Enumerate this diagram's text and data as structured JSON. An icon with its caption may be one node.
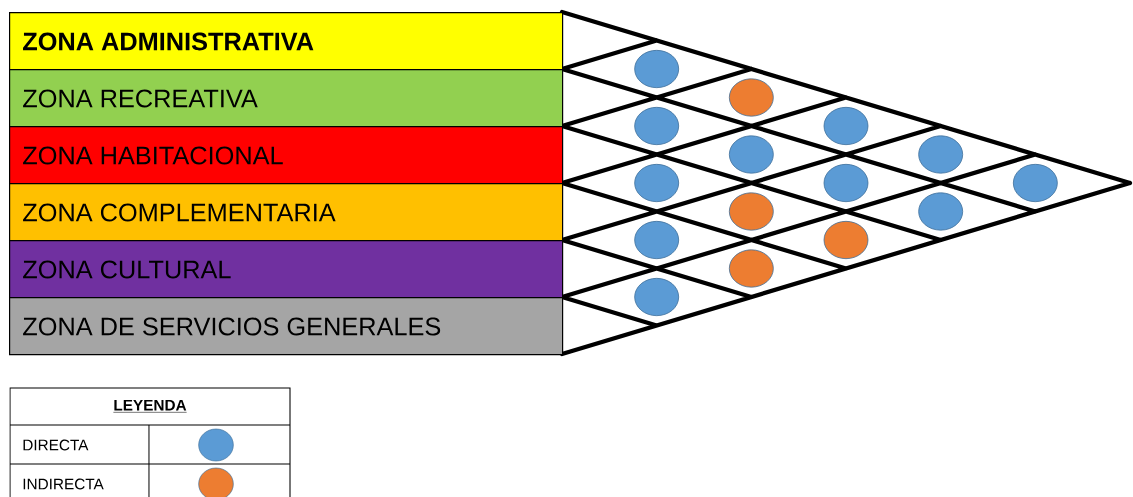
{
  "diagram": {
    "nodes": [
      {
        "text": [
          "**ZONA ADMINISTRATIVA**"
        ]
      },
      {
        "text": [
          "ZONA RECREATIVA"
        ]
      },
      {
        "text": [
          "ZONA HABITACIONAL"
        ]
      },
      {
        "text": [
          "ZONA COMPLEMENTARIA"
        ]
      },
      {
        "text": [
          "ZONA CULTURAL"
        ]
      },
      {
        "text": [
          "ZONA DE SERVICIOS GENERALES"
        ]
      },
      {
        "text": [],
        "shape": "circle"
      },
      {
        "text": [],
        "shape": "circle"
      },
      {
        "text": [],
        "shape": "circle"
      },
      {
        "text": [],
        "shape": "circle"
      },
      {
        "text": [],
        "shape": "circle"
      },
      {
        "text": [],
        "shape": "circle"
      },
      {
        "text": [],
        "shape": "circle"
      },
      {
        "text": [],
        "shape": "circle"
      },
      {
        "text": [],
        "shape": "circle"
      },
      {
        "text": [],
        "shape": "circle"
      },
      {
        "text": [],
        "shape": "circle"
      },
      {
        "text": [],
        "shape": "circle"
      },
      {
        "text": [],
        "shape": "circle"
      },
      {
        "text": [],
        "shape": "circle"
      },
      {
        "text": [],
        "shape": "circle"
      }
    ],
    "labels": [
      "LEYENDA"
    ],
    "legend": [
      {
        "text": "DIRECTA",
        "color": "#5b9bd5"
      },
      {
        "text": "INDIRECTA",
        "color": "#ed7d31"
      }
    ]
  }
}
